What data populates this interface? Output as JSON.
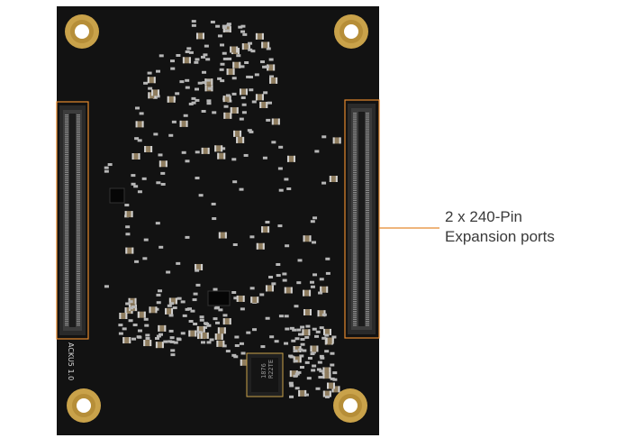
{
  "callout": {
    "line1": "2 x 240-Pin",
    "line2": "Expansion ports",
    "color": "#e5892e"
  },
  "board": {
    "silkscreen_version": "ACKU5 1.0",
    "ic_marking_1": "R22TE",
    "ic_marking_2": "1876",
    "pcb_color": "#121212",
    "pad_color": "#c9a24a"
  }
}
